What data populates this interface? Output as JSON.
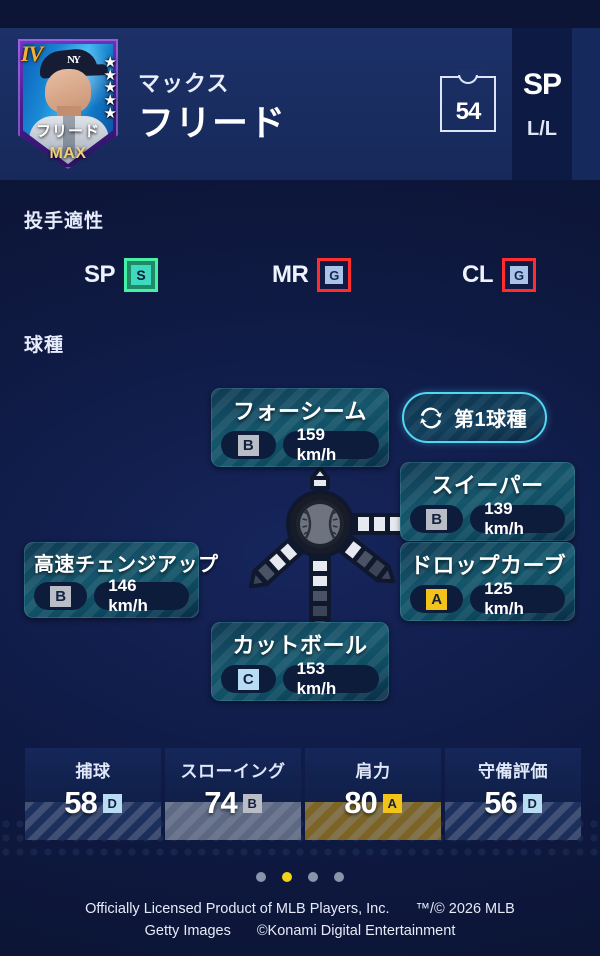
{
  "player": {
    "rank_badge": "IV",
    "stars": [
      "★",
      "★",
      "★",
      "★",
      "★"
    ],
    "card_name": "フリード",
    "card_level": "MAX",
    "first_name": "マックス",
    "last_name": "フリード",
    "jersey_number": "54",
    "position": "SP",
    "handedness": "L/L",
    "team_logo": "NY"
  },
  "aptitude": {
    "title": "投手適性",
    "items": [
      {
        "role": "SP",
        "grade": "S",
        "style": "s"
      },
      {
        "role": "MR",
        "grade": "G",
        "style": "g"
      },
      {
        "role": "CL",
        "grade": "G",
        "style": "g"
      }
    ]
  },
  "pitches": {
    "title": "球種",
    "first_pitch_button": {
      "label": "第1球種",
      "icon": "refresh-icon"
    },
    "cards": [
      {
        "name": "フォーシーム",
        "grade": "B",
        "speed": "159 km/h"
      },
      {
        "name": "スイーパー",
        "grade": "B",
        "speed": "139 km/h"
      },
      {
        "name": "ドロップカーブ",
        "grade": "A",
        "speed": "125 km/h"
      },
      {
        "name": "高速チェンジアップ",
        "grade": "B",
        "speed": "146 km/h"
      },
      {
        "name": "カットボール",
        "grade": "C",
        "speed": "153 km/h"
      }
    ]
  },
  "fielding_stats": [
    {
      "label": "捕球",
      "value": "58",
      "grade": "D",
      "tone": "d"
    },
    {
      "label": "スローイング",
      "value": "74",
      "grade": "B",
      "tone": "b"
    },
    {
      "label": "肩力",
      "value": "80",
      "grade": "A",
      "tone": "a"
    },
    {
      "label": "守備評価",
      "value": "56",
      "grade": "D",
      "tone": "d"
    }
  ],
  "pager": {
    "count": 4,
    "active_index": 1
  },
  "footer": {
    "line1_left": "Officially Licensed Product of MLB Players, Inc.",
    "line1_right": "™/© 2026 MLB",
    "line2_left": "Getty Images",
    "line2_right": "©Konami Digital Entertainment"
  },
  "colors": {
    "background": "#0c1536",
    "header": "#1c3168",
    "accent_cyan": "#4fd8f5",
    "grade_a": "#f2c319",
    "grade_b": "#b9bec6",
    "grade_c": "#b8dcf2",
    "grade_d": "#b8dcf2",
    "aptitude_s": "#46f0a6",
    "aptitude_g": "#ff2d2d",
    "pager_active": "#f2d21a"
  }
}
